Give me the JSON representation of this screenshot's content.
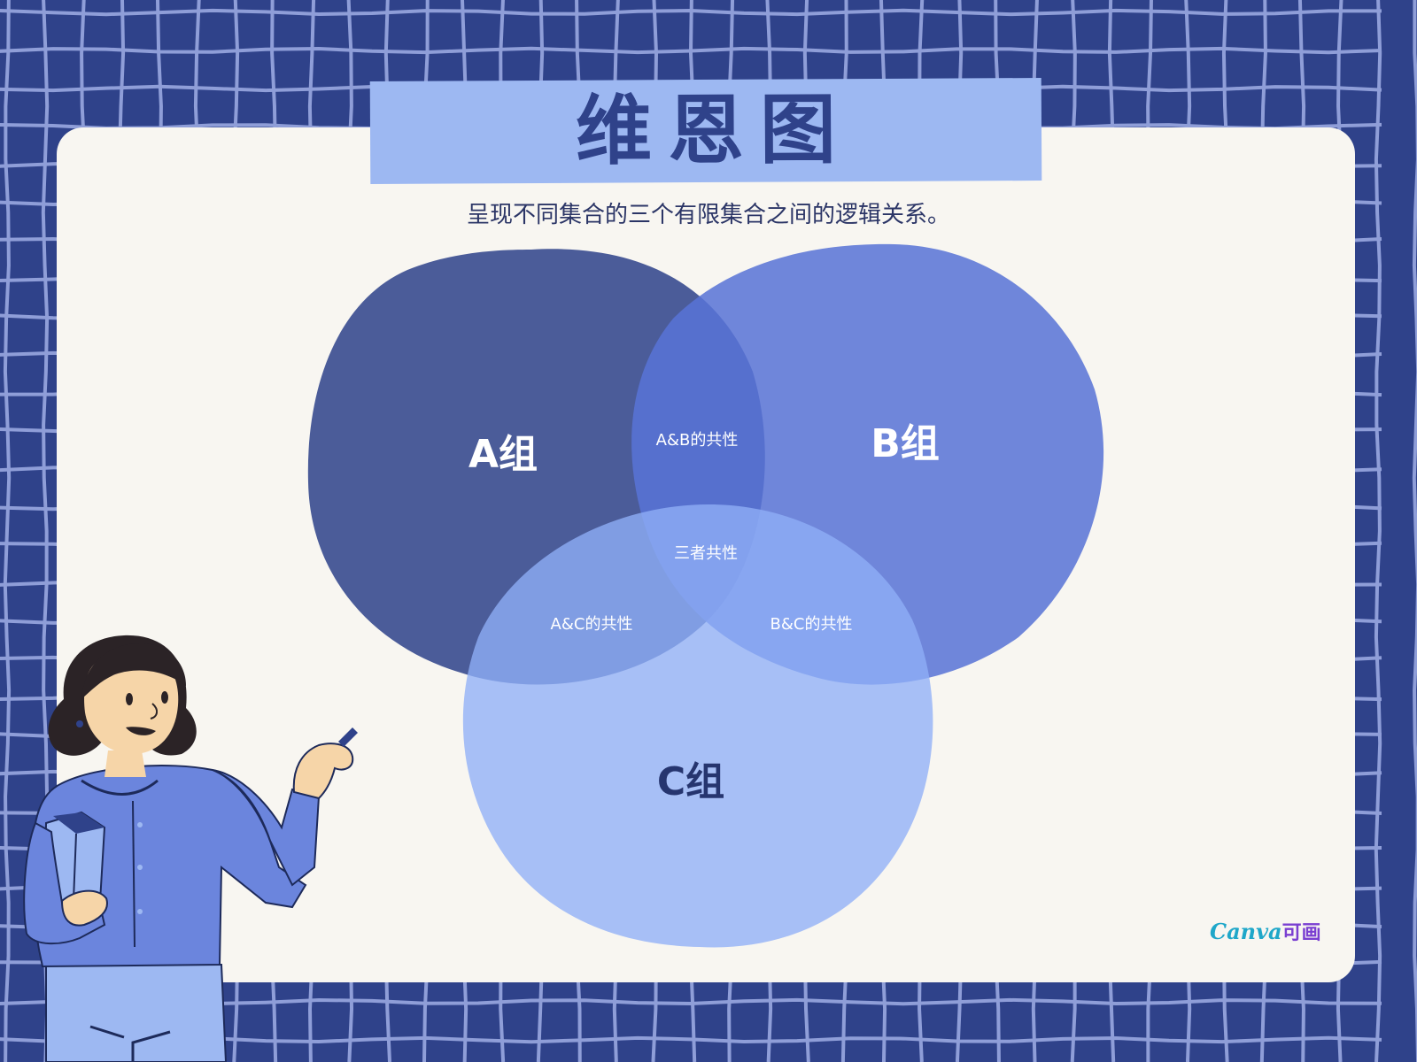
{
  "title": "维恩图",
  "subtitle": "呈现不同集合的三个有限集合之间的逻辑关系。",
  "venn": {
    "set_a": "A组",
    "set_b": "B组",
    "set_c": "C组",
    "ab": "A&B的共性",
    "ac": "A&C的共性",
    "bc": "B&C的共性",
    "abc": "三者共性"
  },
  "colors": {
    "background": "#2f428a",
    "card": "#f8f6f1",
    "banner": "#9db8f2",
    "set_a": "#2f428a",
    "set_b": "#5873d6",
    "set_c": "#8fb0f7"
  },
  "logo": {
    "brand": "Canva",
    "cn": "可画"
  },
  "icons": [
    "person-illustration",
    "book-icon",
    "chalk-icon"
  ]
}
